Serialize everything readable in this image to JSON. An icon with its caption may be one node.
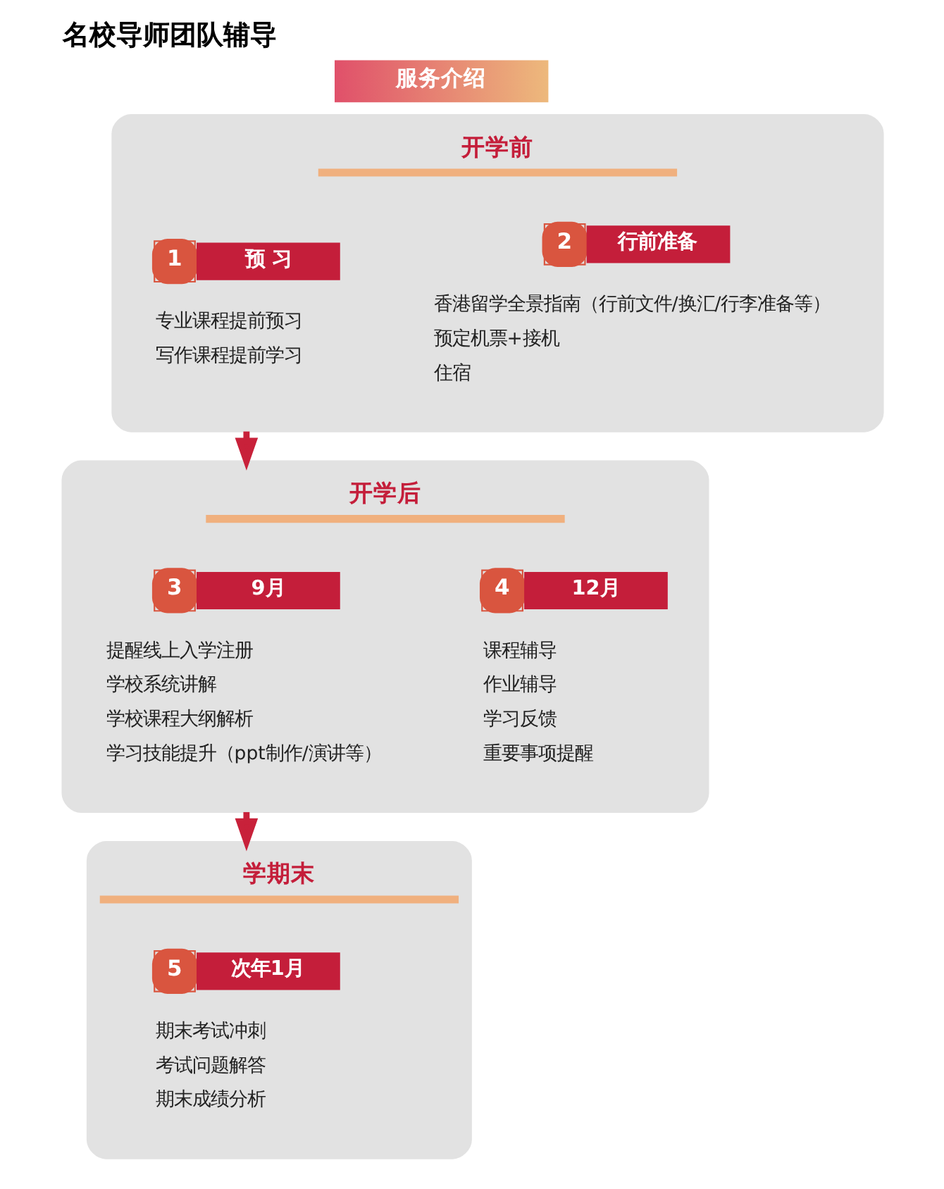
{
  "diagram": {
    "title": "名校导师团队辅导",
    "nodes": [
      {
        "text": [
          "服务介绍"
        ]
      },
      {
        "text": [
          "开学前"
        ]
      },
      {
        "text": [
          "1",
          "预 习",
          "专业课程提前预习",
          "写作课程提前学习"
        ],
        "in": 1
      },
      {
        "text": [
          "2",
          "行前准备",
          "香港留学全景指南（行前文件/换汇/行李准备等）",
          "预定机票+接机",
          "住宿"
        ],
        "in": 1
      },
      {
        "text": [
          "开学后"
        ]
      },
      {
        "text": [
          "3",
          "9月",
          "提醒线上入学注册",
          "学校系统讲解",
          "学校课程大纲解析",
          "学习技能提升（ppt制作/演讲等）"
        ],
        "in": 4
      },
      {
        "text": [
          "4",
          "12月",
          "课程辅导",
          "作业辅导",
          "学习反馈",
          "重要事项提醒"
        ],
        "in": 4
      },
      {
        "text": [
          "学期末"
        ]
      },
      {
        "text": [
          "5",
          "次年1月",
          "期末考试冲刺",
          "考试问题解答",
          "期末成绩分析"
        ],
        "in": 7
      }
    ],
    "edges": [
      {
        "from": 1,
        "to": 4,
        "arrow": "to"
      },
      {
        "from": 4,
        "to": 7,
        "arrow": "to"
      }
    ]
  }
}
